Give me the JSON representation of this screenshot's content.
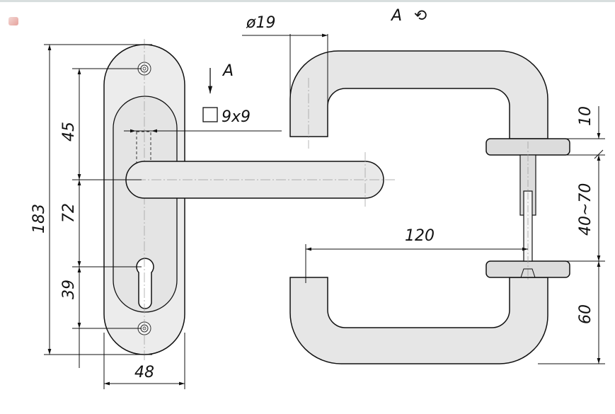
{
  "drawing": {
    "view": {
      "label": "A",
      "rotation_symbol": "⟲"
    },
    "arrow_label": "A",
    "square_spindle": "9x9",
    "dimensions": {
      "diameter": "ø19",
      "total_height": "183",
      "top_to_handle": "45",
      "handle_to_cylinder": "72",
      "cylinder_to_bottom": "39",
      "plate_width": "48",
      "handle_length": "120",
      "rose_thickness": "10",
      "door_thickness": "40~70",
      "lower_offset": "60"
    }
  }
}
